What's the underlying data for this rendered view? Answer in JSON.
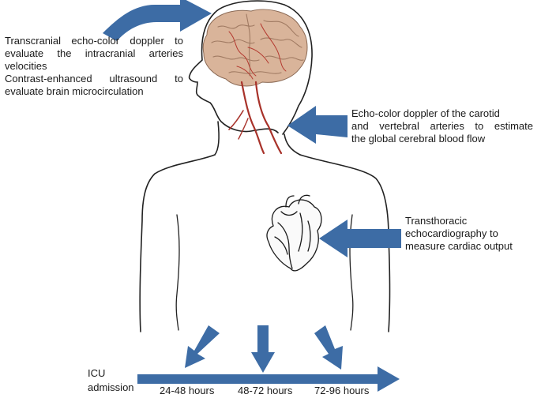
{
  "labels": {
    "brain": [
      "Transcranial echo-color doppler to",
      "evaluate the intracranial arteries",
      "velocities",
      "Contrast-enhanced ultrasound to",
      "evaluate brain microcirculation"
    ],
    "carotid": [
      "Echo-color doppler of  the carotid",
      "and vertebral arteries to estimate",
      "the global cerebral blood flow"
    ],
    "heart": [
      "Transthoracic",
      "echocardiography to",
      "measure cardiac output"
    ]
  },
  "timeline": {
    "start": [
      "ICU",
      "admission"
    ],
    "periods": [
      "24-48 hours",
      "48-72 hours",
      "72-96 hours"
    ]
  },
  "colors": {
    "arrow": "#3d6ca5",
    "outline": "#222222",
    "brain": "#d9b49a",
    "artery": "#a8322a"
  }
}
